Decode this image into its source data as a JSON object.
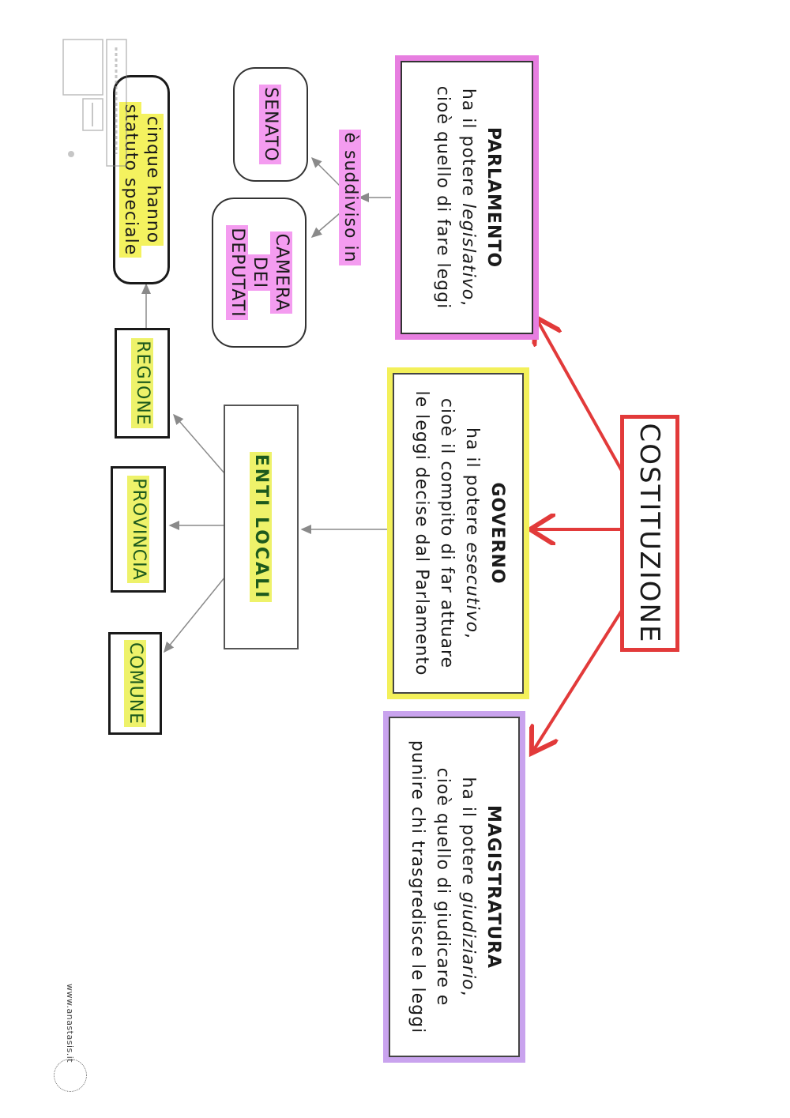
{
  "root": {
    "label": "COSTITUZIONE"
  },
  "parlamento": {
    "title": "PARLAMENTO",
    "line1_pre": "ha il potere ",
    "line1_em": "legislativo",
    "line1_post": ",",
    "line2": "cioè quello di fare leggi"
  },
  "governo": {
    "title": "GOVERNO",
    "line1_pre": "ha il potere ",
    "line1_em": "esecutivo",
    "line1_post": ",",
    "line2": "cioè il compito di far attuare",
    "line3": "le leggi decise dal Parlamento"
  },
  "magistratura": {
    "title": "MAGISTRATURA",
    "line1_pre": "ha il potere ",
    "line1_em": "giudiziario",
    "line1_post": ",",
    "line2": "cioè quello di giudicare e",
    "line3": "punire chi trasgredisce le leggi"
  },
  "suddiviso": {
    "label": "è suddiviso in"
  },
  "senato": {
    "label": "SENATO"
  },
  "camera": {
    "line1": "CAMERA",
    "line2": "DEI",
    "line3": "DEPUTATI"
  },
  "enti_locali": {
    "label": "ENTI LOCALI"
  },
  "regione": {
    "label": "REGIONE"
  },
  "provincia": {
    "label": "PROVINCIA"
  },
  "comune": {
    "label": "COMUNE"
  },
  "statuto": {
    "line1": "cinque hanno",
    "line2": "statuto speciale"
  },
  "footer": {
    "url": "www.anastasis.it"
  },
  "colors": {
    "red": "#e23a3a",
    "pink": "#e77ee0",
    "yellow": "#f3f05a",
    "violet": "#c9a3ee",
    "gray_arrow": "#8a8a8a"
  }
}
